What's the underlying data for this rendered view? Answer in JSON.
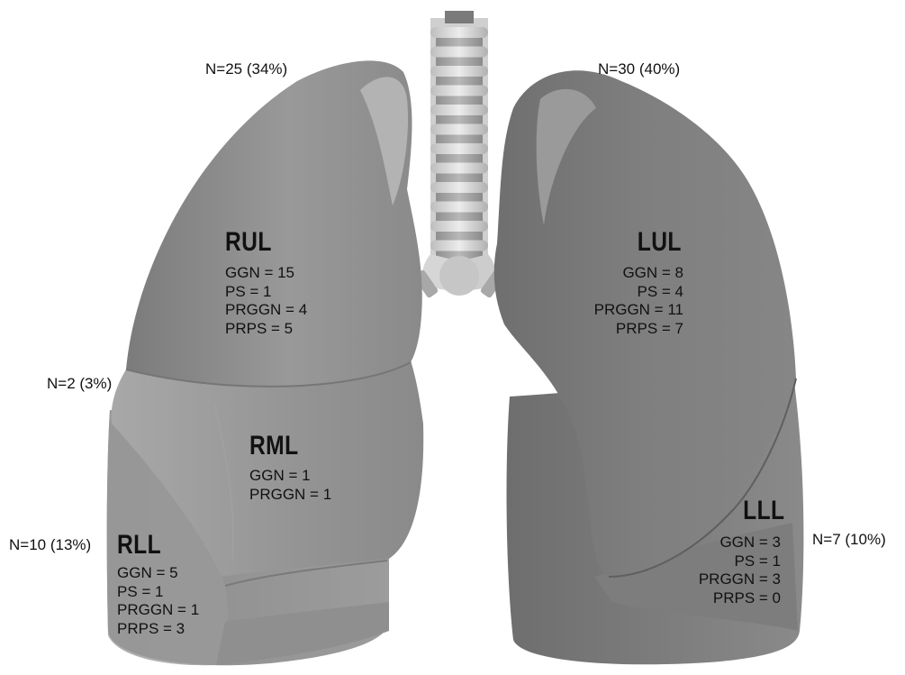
{
  "figure": {
    "colors": {
      "lung_base": "#8b8b8b",
      "lung_light": "#a9a9a9",
      "lung_dark": "#6d6d6d",
      "trachea_light": "#e2e2e2",
      "trachea_dark": "#9e9e9e",
      "text": "#111111"
    },
    "lobes": [
      {
        "id": "RUL",
        "title": "RUL",
        "count_label": "N=25 (34%)",
        "n": 25,
        "percent": 34,
        "stats": [
          {
            "text": "GGN = 15",
            "name": "GGN",
            "value": 15
          },
          {
            "text": "PS = 1",
            "name": "PS",
            "value": 1
          },
          {
            "text": "PRGGN = 4",
            "name": "PRGGN",
            "value": 4
          },
          {
            "text": "PRPS = 5",
            "name": "PRPS",
            "value": 5
          }
        ]
      },
      {
        "id": "RML",
        "title": "RML",
        "count_label": "N=2 (3%)",
        "n": 2,
        "percent": 3,
        "stats": [
          {
            "text": "GGN = 1",
            "name": "GGN",
            "value": 1
          },
          {
            "text": "PRGGN = 1",
            "name": "PRGGN",
            "value": 1
          }
        ]
      },
      {
        "id": "RLL",
        "title": "RLL",
        "count_label": "N=10 (13%)",
        "n": 10,
        "percent": 13,
        "stats": [
          {
            "text": "GGN = 5",
            "name": "GGN",
            "value": 5
          },
          {
            "text": "PS = 1",
            "name": "PS",
            "value": 1
          },
          {
            "text": "PRGGN = 1",
            "name": "PRGGN",
            "value": 1
          },
          {
            "text": "PRPS = 3",
            "name": "PRPS",
            "value": 3
          }
        ]
      },
      {
        "id": "LUL",
        "title": "LUL",
        "count_label": "N=30 (40%)",
        "n": 30,
        "percent": 40,
        "stats": [
          {
            "text": "GGN = 8",
            "name": "GGN",
            "value": 8
          },
          {
            "text": "PS = 4",
            "name": "PS",
            "value": 4
          },
          {
            "text": "PRGGN = 11",
            "name": "PRGGN",
            "value": 11
          },
          {
            "text": "PRPS = 7",
            "name": "PRPS",
            "value": 7
          }
        ]
      },
      {
        "id": "LLL",
        "title": "LLL",
        "count_label": "N=7 (10%)",
        "n": 7,
        "percent": 10,
        "stats": [
          {
            "text": "GGN = 3",
            "name": "GGN",
            "value": 3
          },
          {
            "text": "PS = 1",
            "name": "PS",
            "value": 1
          },
          {
            "text": "PRGGN = 3",
            "name": "PRGGN",
            "value": 3
          },
          {
            "text": "PRPS = 0",
            "name": "PRPS",
            "value": 0
          }
        ]
      }
    ]
  }
}
